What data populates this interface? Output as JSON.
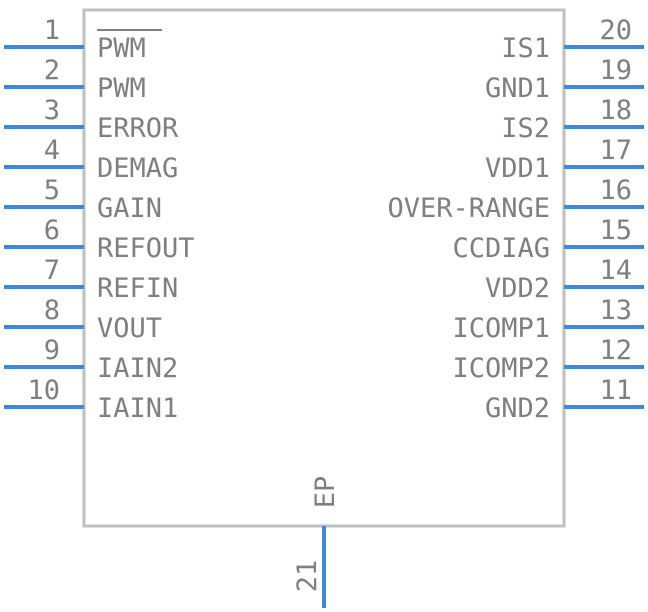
{
  "component": {
    "left_pins": [
      {
        "number": "1",
        "name": "PWM",
        "overbar": true
      },
      {
        "number": "2",
        "name": "PWM"
      },
      {
        "number": "3",
        "name": "ERROR"
      },
      {
        "number": "4",
        "name": "DEMAG"
      },
      {
        "number": "5",
        "name": "GAIN"
      },
      {
        "number": "6",
        "name": "REFOUT"
      },
      {
        "number": "7",
        "name": "REFIN"
      },
      {
        "number": "8",
        "name": "VOUT"
      },
      {
        "number": "9",
        "name": "IAIN2"
      },
      {
        "number": "10",
        "name": "IAIN1"
      }
    ],
    "right_pins": [
      {
        "number": "20",
        "name": "IS1"
      },
      {
        "number": "19",
        "name": "GND1"
      },
      {
        "number": "18",
        "name": "IS2"
      },
      {
        "number": "17",
        "name": "VDD1"
      },
      {
        "number": "16",
        "name": "OVER-RANGE"
      },
      {
        "number": "15",
        "name": "CCDIAG"
      },
      {
        "number": "14",
        "name": "VDD2"
      },
      {
        "number": "13",
        "name": "ICOMP1"
      },
      {
        "number": "12",
        "name": "ICOMP2"
      },
      {
        "number": "11",
        "name": "GND2"
      }
    ],
    "bottom_pin": {
      "number": "21",
      "name": "EP"
    },
    "colors": {
      "pin": "#3f88e0",
      "body": "#bfbfbf",
      "text": "#7f7f7f"
    }
  }
}
